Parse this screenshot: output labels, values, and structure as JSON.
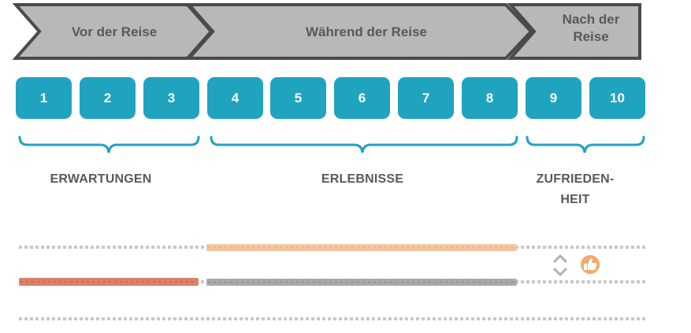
{
  "phases": [
    {
      "label": "Vor der Reise"
    },
    {
      "label": "Während der Reise"
    },
    {
      "label": "Nach der\nReise"
    }
  ],
  "steps": [
    "1",
    "2",
    "3",
    "4",
    "5",
    "6",
    "7",
    "8",
    "9",
    "10"
  ],
  "groups": [
    {
      "label": "ERWARTUNGEN"
    },
    {
      "label": "ERLEBNISSE"
    },
    {
      "label": "ZUFRIEDEN-\nHEIT"
    }
  ],
  "colors": {
    "phase_fill": "#b8b8ba",
    "phase_border": "#4a4a4a",
    "step_fill": "#20a3bf",
    "brace": "#20a3bf",
    "text": "#595959",
    "dotted_line": "#c8c8c8",
    "bar_expectation": "#d9826b",
    "bar_experience_high": "#f4c6a3",
    "bar_experience_low": "#a7a9ac",
    "thumb": "#f3a86f",
    "updown_arrow": "#b0b0b0"
  },
  "icons": {
    "comparison": "up-down-chevron-icon",
    "satisfaction": "thumbs-up-icon"
  }
}
